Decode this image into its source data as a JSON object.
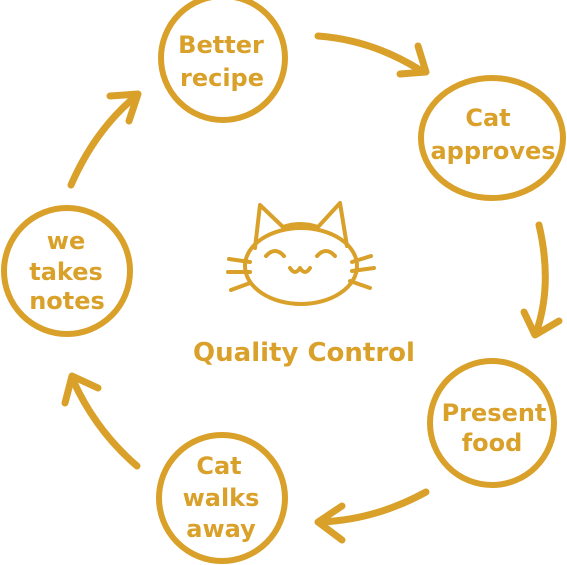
{
  "diagram": {
    "center_title": "Quality Control",
    "icon": "cat-face-icon",
    "accent_color": "#d9a02a",
    "nodes": [
      {
        "id": "better-recipe",
        "lines": [
          "Better",
          "recipe"
        ]
      },
      {
        "id": "cat-approves",
        "lines": [
          "Cat",
          "approves"
        ]
      },
      {
        "id": "present-food",
        "lines": [
          "Present",
          "food"
        ]
      },
      {
        "id": "cat-walks-away",
        "lines": [
          "Cat",
          "walks",
          "away"
        ]
      },
      {
        "id": "we-takes-notes",
        "lines": [
          "we",
          "takes",
          "notes"
        ]
      }
    ]
  }
}
